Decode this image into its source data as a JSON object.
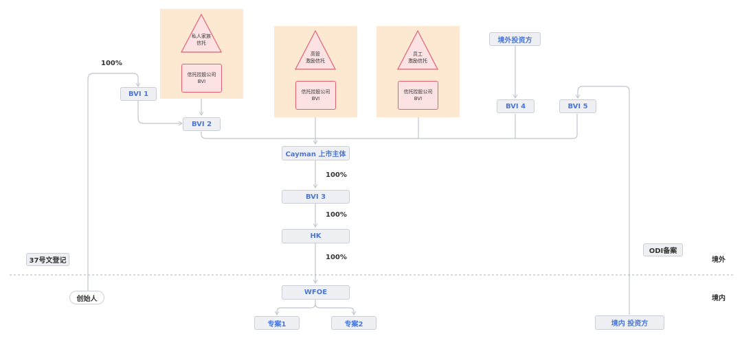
{
  "nodes": {
    "bvi1": "BVI 1",
    "bvi2": "BVI 2",
    "bvi3": "BVI 3",
    "bvi4": "BVI 4",
    "bvi5": "BVI 5",
    "cayman": "Cayman 上市主体",
    "hk": "HK",
    "wfoe": "WFOE",
    "project1": "专案1",
    "project2": "专案2",
    "foreign_investor": "境外投资方",
    "domestic_investor": "境内 投资方",
    "odi": "ODI备案",
    "circular37": "37号文登记",
    "founder": "创始人"
  },
  "trusts": [
    {
      "line1": "私人家族",
      "line2": "信托",
      "holding_line1": "信托控股公司",
      "holding_line2": "BVI"
    },
    {
      "line1": "高管",
      "line2": "激励信托",
      "holding_line1": "信托控股公司",
      "holding_line2": "BVI"
    },
    {
      "line1": "员工",
      "line2": "激励信托",
      "holding_line1": "信托控股公司",
      "holding_line2": "BVI"
    }
  ],
  "percent_labels": {
    "founder_to_bvi1": "100%",
    "cayman_to_bvi3": "100%",
    "bvi3_to_hk": "100%",
    "hk_to_wfoe": "100%"
  },
  "regions": {
    "offshore": "境外",
    "onshore": "境内"
  },
  "colors": {
    "node_text": "#4a76d8",
    "node_fill": "#eef0f3",
    "trust_panel": "#fde8d2",
    "trust_border": "#e06070",
    "trust_fill": "#fde2e4",
    "connector": "#bfc4cc"
  }
}
